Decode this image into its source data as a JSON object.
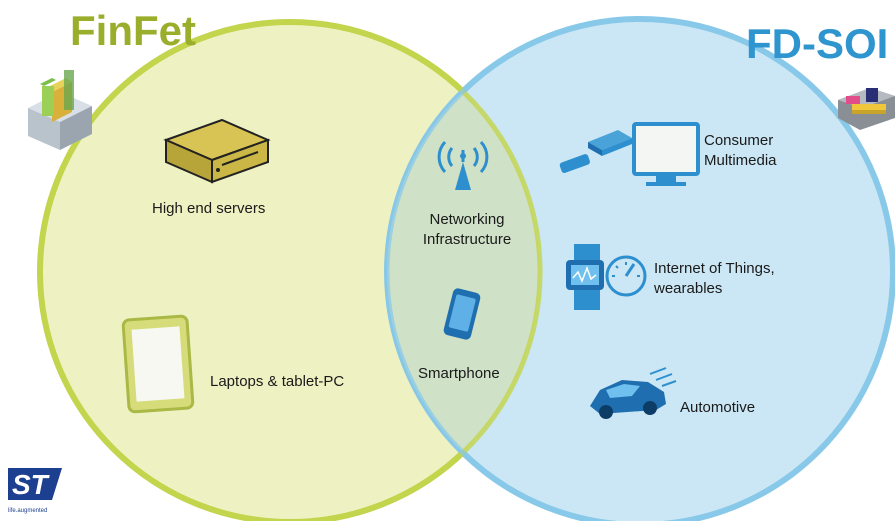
{
  "colors": {
    "finfet_fill": "#eef2c2",
    "finfet_stroke": "#c3d44c",
    "finfet_title": "#9aae2c",
    "fdsoi_fill": "#c9e6f5",
    "fdsoi_stroke": "#86c8e8",
    "fdsoi_title": "#2e95cf",
    "overlap_fill": "#cfe2c8",
    "icon_blue": "#2e8fcf"
  },
  "left_set": {
    "title": "FinFet",
    "items": [
      {
        "label": "High end servers",
        "icon": "server-icon"
      },
      {
        "label": "Laptops & tablet-PC",
        "icon": "tablet-icon"
      }
    ]
  },
  "right_set": {
    "title": "FD-SOI",
    "items": [
      {
        "label": "Consumer\nMultimedia",
        "icon": "monitor-icon"
      },
      {
        "label": "Internet of Things,\nwearables",
        "icon": "smartwatch-icon"
      },
      {
        "label": "Automotive",
        "icon": "car-icon"
      }
    ]
  },
  "overlap": {
    "items": [
      {
        "label": "Networking\nInfrastructure",
        "icon": "antenna-tower-icon"
      },
      {
        "label": "Smartphone",
        "icon": "smartphone-icon"
      }
    ]
  },
  "logo": {
    "mark": "ST",
    "tagline": "life.augmented"
  }
}
